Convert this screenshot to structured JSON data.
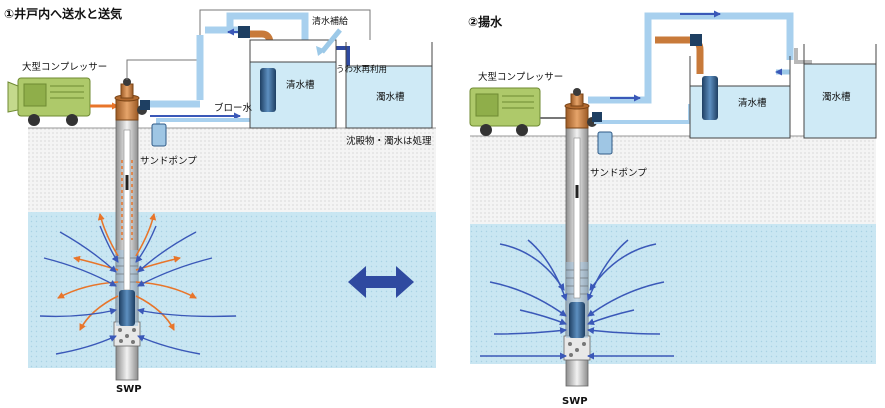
{
  "panel_1": {
    "title": "①井戸内へ送水と送気",
    "compressor_label": "大型コンプレッサー",
    "clear_water_refill_label": "清水補給",
    "blow_water_label": "ブロー水",
    "clear_water_tank_label": "清水槽",
    "supernatant_reuse_label": "うわ水再利用",
    "turbid_water_tank_label": "濁水槽",
    "sediment_label": "沈殿物・濁水は処理",
    "sand_pump_label": "サンドポンプ",
    "well_pump_label": "SWP"
  },
  "panel_2": {
    "title": "②揚水",
    "compressor_label": "大型コンプレッサー",
    "clear_water_tank_label": "清水槽",
    "turbid_water_tank_label": "濁水槽",
    "sand_pump_label": "サンドポンプ",
    "well_pump_label": "SWP"
  },
  "colors": {
    "groundwater": "#c9e6f2",
    "tank_water": "#cfeaf6",
    "pipe_blue": "#a8d0ee",
    "pipe_copper": "#c87a3a",
    "pump_dark": "#2f5a86",
    "inflow_arrow": "#3a58b8",
    "outflow_arrow": "#e8752a",
    "compressor_green": "#aec96a",
    "switch_arrow": "#2f4aa0"
  }
}
